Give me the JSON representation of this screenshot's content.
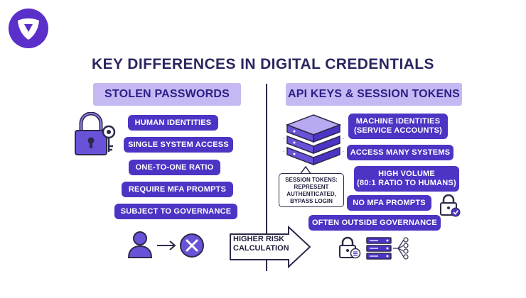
{
  "title": "KEY DIFFERENCES IN DIGITAL CREDENTIALS",
  "colors": {
    "accent": "#4d34c4",
    "header_bg": "#c6b9f3",
    "title": "#2a2660",
    "logo_bg": "#5b2fc9"
  },
  "left": {
    "header": "STOLEN PASSWORDS",
    "items": [
      "HUMAN IDENTITIES",
      "SINGLE SYSTEM ACCESS",
      "ONE-TO-ONE RATIO",
      "REQUIRE MFA PROMPTS",
      "SUBJECT TO GOVERNANCE"
    ],
    "icons": [
      "padlock-icon",
      "key-icon",
      "user-icon",
      "arrow-right-icon",
      "x-circle-icon"
    ]
  },
  "right": {
    "header": "API KEYS & SESSION TOKENS",
    "items": [
      {
        "line1": "MACHINE IDENTITIES",
        "line2": "(SERVICE ACCOUNTS)"
      },
      {
        "line1": "ACCESS MANY SYSTEMS",
        "line2": ""
      },
      {
        "line1": "HIGH VOLUME",
        "line2": "(80:1 RATIO TO HUMANS)"
      },
      {
        "line1": "NO MFA PROMPTS",
        "line2": ""
      },
      {
        "line1": "OFTEN OUTSIDE GOVERNANCE",
        "line2": ""
      }
    ],
    "bubble": {
      "l1": "SESSION TOKENS:",
      "l2": "REPRESENT",
      "l3": "AUTHENTICATED,",
      "l4": "BYPASS LOGIN"
    },
    "icons": [
      "server-stack-icon",
      "padlock-check-icon",
      "padlock-list-icon",
      "server-rack-icon",
      "network-nodes-icon"
    ]
  },
  "arrow": {
    "line1": "HIGHER RISK",
    "line2": "CALCULATION"
  }
}
